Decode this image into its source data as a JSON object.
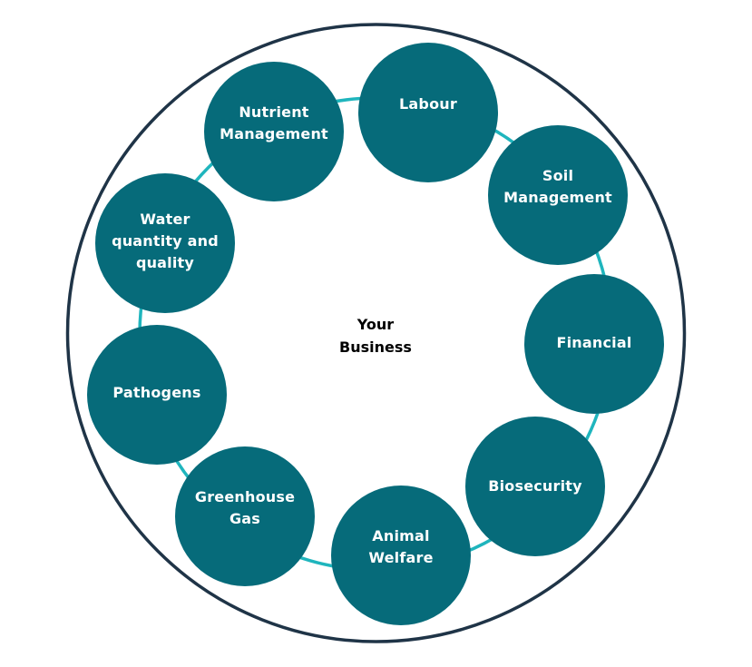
{
  "colors": {
    "node_fill": "#066B7A",
    "ring_stroke": "#1FB5BD",
    "outer_stroke": "#1F3447",
    "node_text": "#FFFFFF",
    "center_text": "#000000"
  },
  "center": {
    "label": "Your\nBusiness"
  },
  "nodes": [
    {
      "id": "labour",
      "label": "Labour"
    },
    {
      "id": "soil-management",
      "label": "Soil\nManagement"
    },
    {
      "id": "financial",
      "label": "Financial"
    },
    {
      "id": "biosecurity",
      "label": "Biosecurity"
    },
    {
      "id": "animal-welfare",
      "label": "Animal\nWelfare"
    },
    {
      "id": "greenhouse-gas",
      "label": "Greenhouse\nGas"
    },
    {
      "id": "pathogens",
      "label": "Pathogens"
    },
    {
      "id": "water-quantity-and-quality",
      "label": "Water\nquantity and\nquality"
    },
    {
      "id": "nutrient-management",
      "label": "Nutrient\nManagement"
    }
  ]
}
